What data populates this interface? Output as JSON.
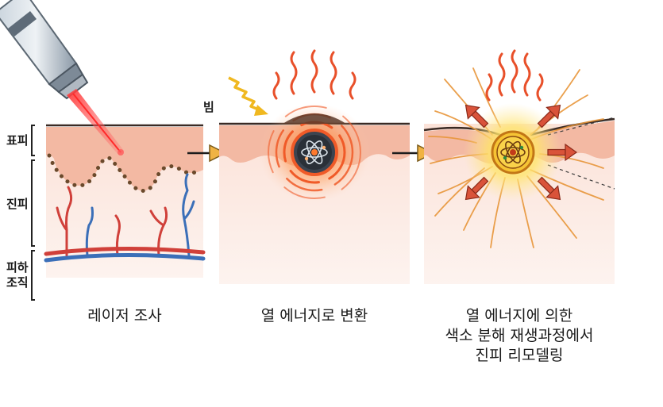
{
  "layer_labels": {
    "epidermis": "표피",
    "dermis": "진피",
    "subcutis_line1": "피하",
    "subcutis_line2": "조직"
  },
  "beam_label": "빔",
  "captions": {
    "step1": "레이저 조사",
    "step2": "열 에너지로 변환",
    "step3_line1": "열 에너지에 의한",
    "step3_line2": "색소 분해  재생과정에서",
    "step3_line3": "진피 리모델링"
  },
  "colors": {
    "skin_surface": "#f2b9a4",
    "dermis": "#fbe3da",
    "laser": "#e8383a",
    "heat": "#f05a28",
    "arrow_fill": "#f0b343",
    "artery": "#d0403a",
    "vein": "#3b6fb8"
  }
}
